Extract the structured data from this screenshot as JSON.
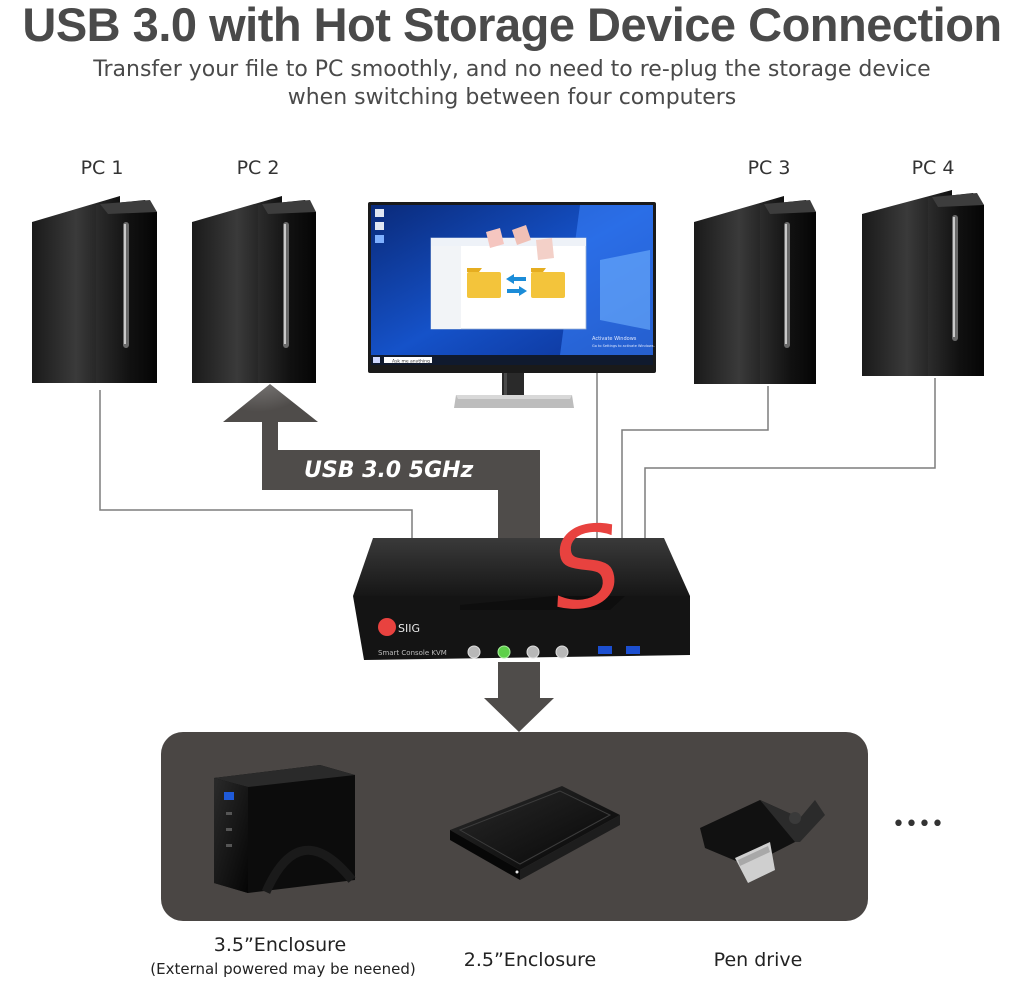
{
  "header": {
    "title": "USB 3.0 with Hot Storage Device Connection",
    "subtitle_line1": "Transfer your file to PC smoothly, and no need to re-plug the storage device",
    "subtitle_line2": "when switching between four computers"
  },
  "computers": {
    "pc1": "PC 1",
    "pc2": "PC 2",
    "pc3": "PC 3",
    "pc4": "PC 4"
  },
  "arrow_label": "USB 3.0 5GHz",
  "kvm": {
    "brand": "SIIG",
    "model": "Smart Console KVM",
    "logo_letter": "S"
  },
  "monitor": {
    "taskbar_search": "Ask me anything",
    "watermark_line1": "Activate Windows",
    "watermark_line2": "Go to Settings to activate Windows."
  },
  "devices": {
    "enclosure35": "3.5”Enclosure",
    "enclosure35_note": "(External powered may be neened)",
    "enclosure25": "2.5”Enclosure",
    "pendrive": "Pen drive",
    "more": "••••"
  },
  "colors": {
    "title": "#4a4a4a",
    "arrow": "#4f4c4a",
    "panel": "#4a4644",
    "kvm_accent": "#e8423f",
    "active_led": "#5ed04a"
  }
}
